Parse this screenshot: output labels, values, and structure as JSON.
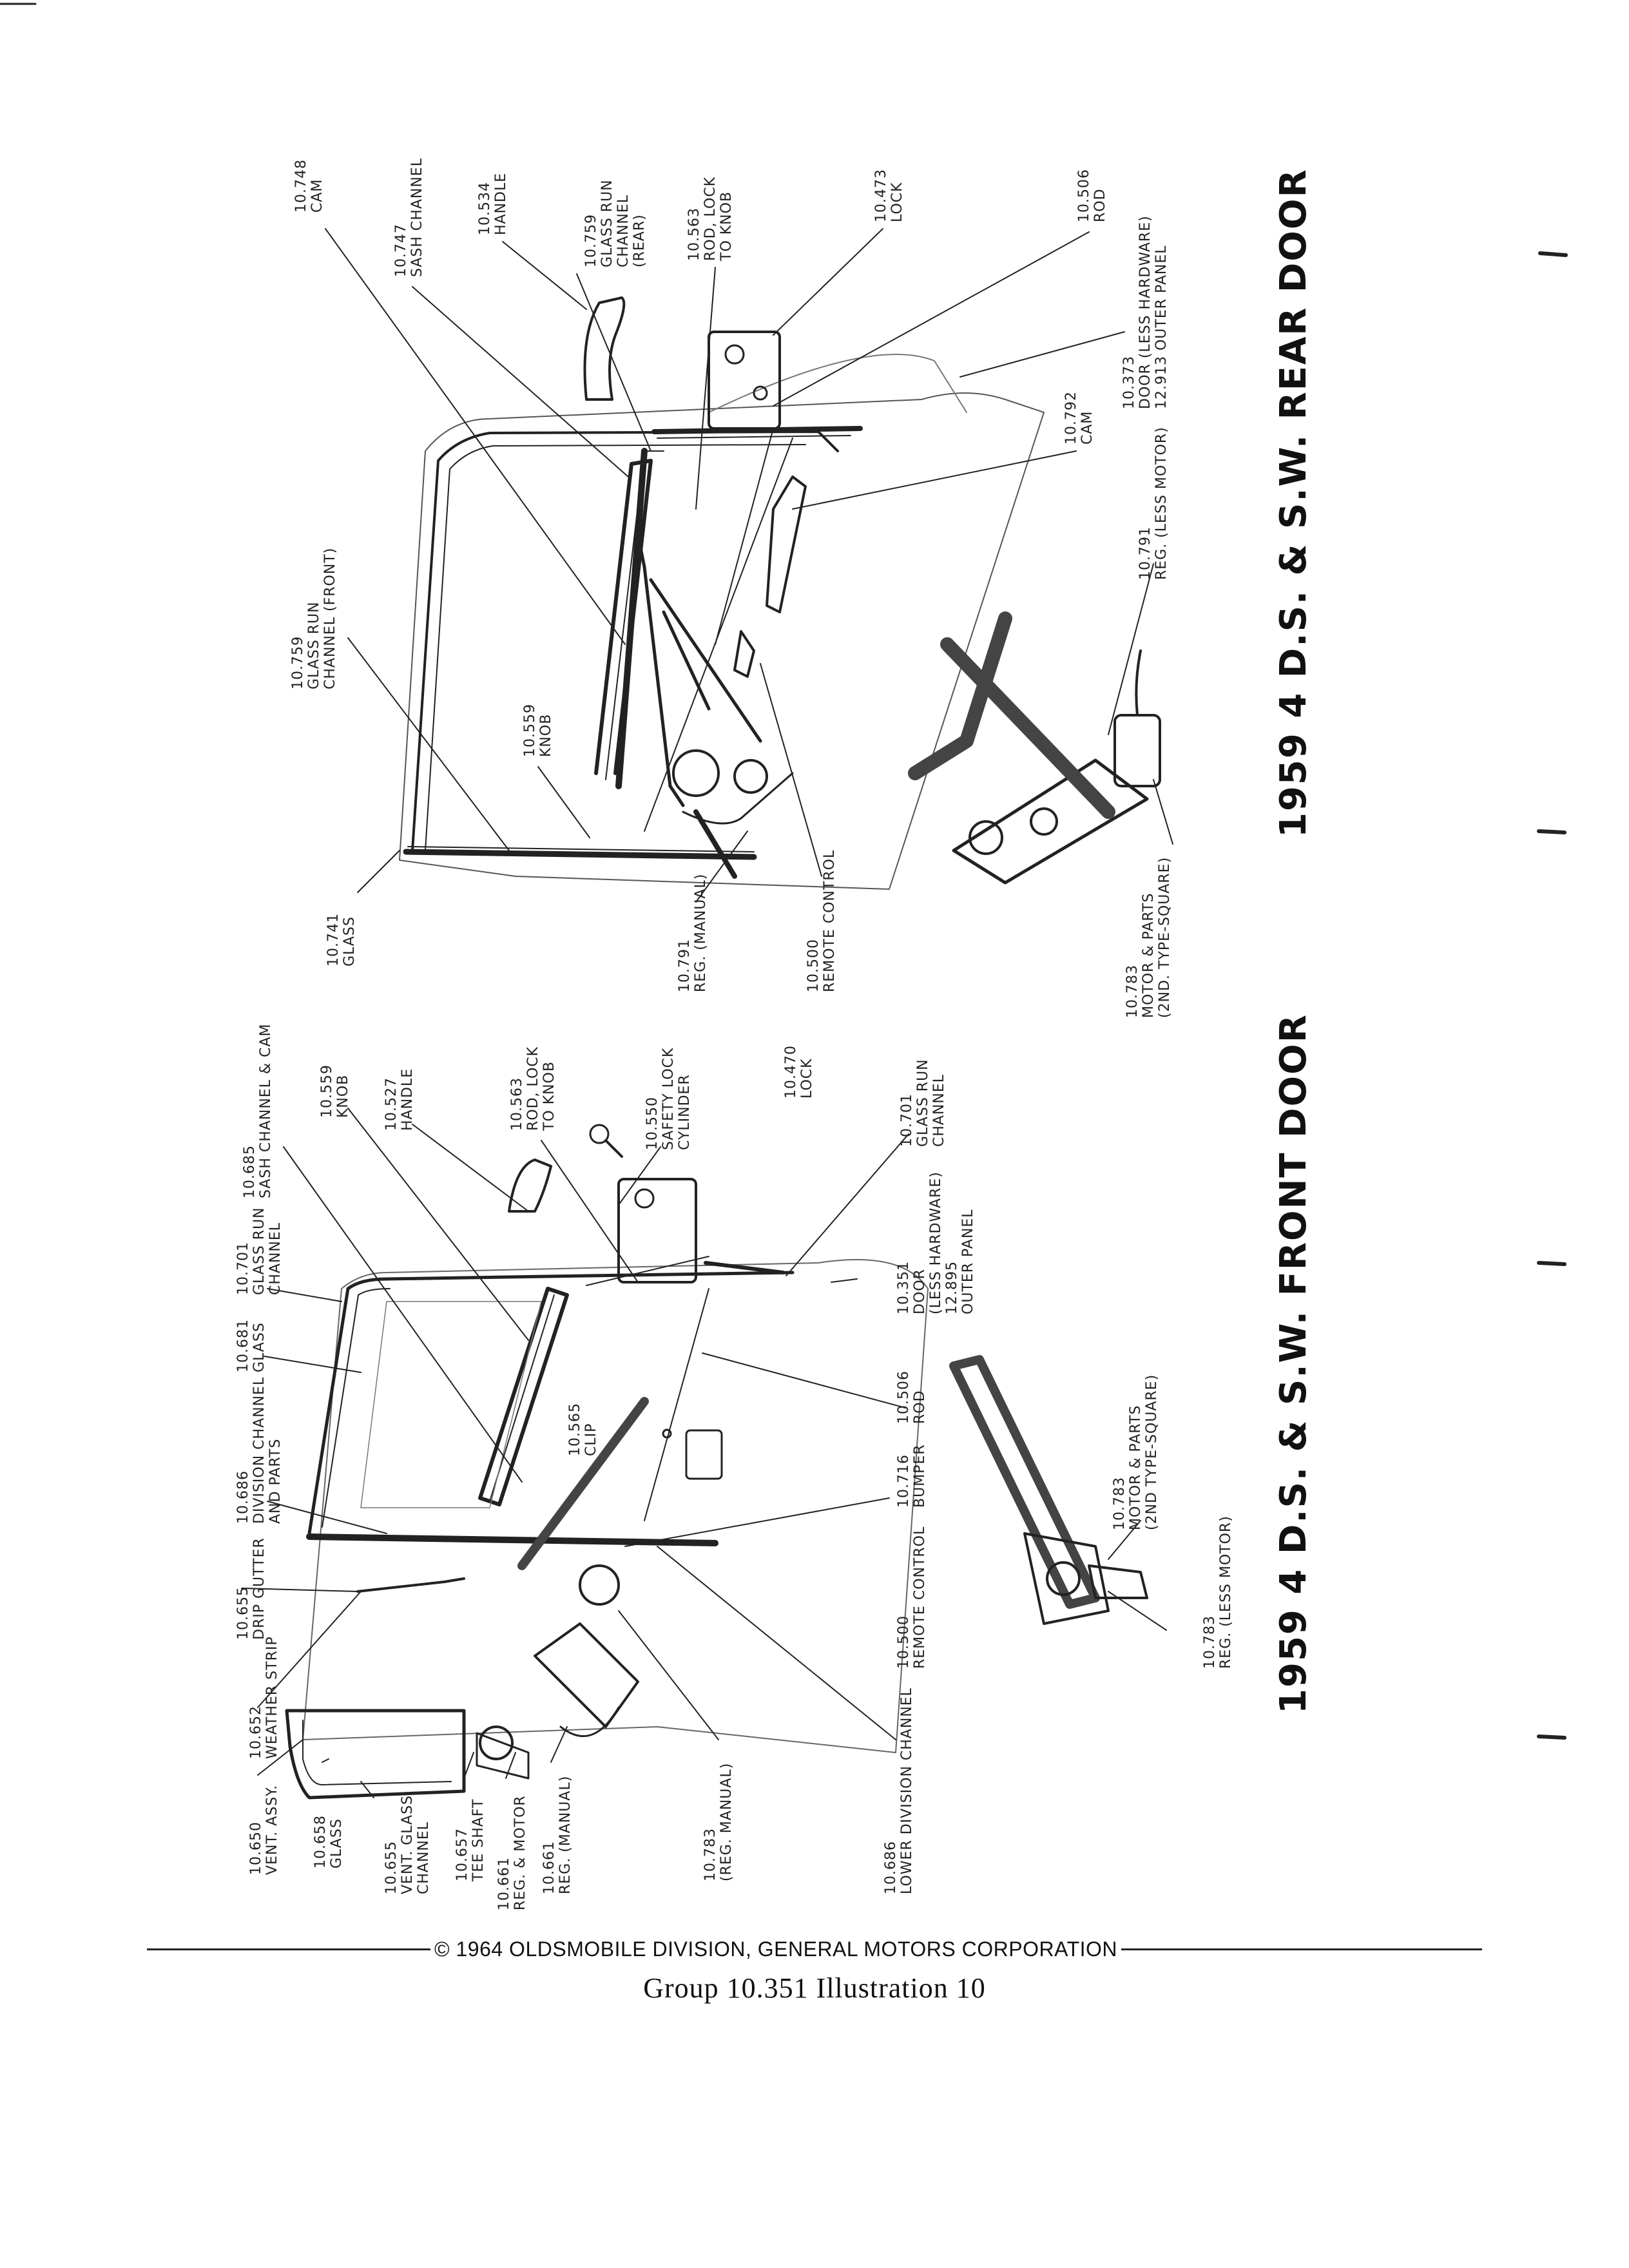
{
  "front_door": {
    "title": "1959 4 D.S. & S.W. FRONT DOOR",
    "labels": [
      {
        "id": "vent-assy",
        "text": "10.650\nVENT. ASSY."
      },
      {
        "id": "vent-glass",
        "text": "10.658\nGLASS"
      },
      {
        "id": "weather-strip",
        "text": "10.652\nWEATHER STRIP"
      },
      {
        "id": "vent-glass-channel",
        "text": "10.655\nVENT. GLASS\nCHANNEL"
      },
      {
        "id": "drip-gutter",
        "text": "10.655\nDRIP GUTTER"
      },
      {
        "id": "tee-shaft",
        "text": "10.657\nTEE SHAFT"
      },
      {
        "id": "reg-motor",
        "text": "10.661\nREG. & MOTOR"
      },
      {
        "id": "reg-manual-vent",
        "text": "10.661\nREG. (MANUAL)"
      },
      {
        "id": "division-channel",
        "text": "10.686\nDIVISION CHANNEL\nAND PARTS"
      },
      {
        "id": "glass",
        "text": "10.681\nGLASS"
      },
      {
        "id": "glass-run-channel-top",
        "text": "10.701\nGLASS RUN\nCHANNEL"
      },
      {
        "id": "sash-channel-cam",
        "text": "10.685\nSASH CHANNEL & CAM"
      },
      {
        "id": "knob",
        "text": "10.559\nKNOB"
      },
      {
        "id": "handle",
        "text": "10.527\nHANDLE"
      },
      {
        "id": "rod-lock-to-knob",
        "text": "10.563\nROD, LOCK\nTO KNOB"
      },
      {
        "id": "safety-lock-cylinder",
        "text": "10.550\nSAFETY LOCK\nCYLINDER"
      },
      {
        "id": "lock",
        "text": "10.470\nLOCK"
      },
      {
        "id": "glass-run-channel-right",
        "text": "10.701\nGLASS RUN\nCHANNEL"
      },
      {
        "id": "door",
        "text": "10.351\nDOOR\n(LESS HARDWARE)\n12.895\nOUTER PANEL"
      },
      {
        "id": "rod",
        "text": "10.506\nROD"
      },
      {
        "id": "clip",
        "text": "10.565\nCLIP"
      },
      {
        "id": "bumper",
        "text": "10.716\nBUMPER"
      },
      {
        "id": "remote-control",
        "text": "10.500\nREMOTE CONTROL"
      },
      {
        "id": "reg-manual",
        "text": "10.783\n(REG. MANUAL)"
      },
      {
        "id": "lower-division-channel",
        "text": "10.686\nLOWER DIVISION CHANNEL"
      },
      {
        "id": "motor-parts",
        "text": "10.783\nMOTOR & PARTS\n(2ND TYPE-SQUARE)"
      },
      {
        "id": "reg-less-motor",
        "text": "10.783\nREG. (LESS MOTOR)"
      }
    ]
  },
  "rear_door": {
    "title": "1959 4 D.S. & S.W. REAR DOOR",
    "labels": [
      {
        "id": "cam-top",
        "text": "10.748\nCAM"
      },
      {
        "id": "sash-channel",
        "text": "10.747\nSASH CHANNEL"
      },
      {
        "id": "handle",
        "text": "10.534\nHANDLE"
      },
      {
        "id": "glass-run-channel-rear",
        "text": "10.759\nGLASS RUN\nCHANNEL\n(REAR)"
      },
      {
        "id": "rod-lock-to-knob",
        "text": "10.563\nROD, LOCK\nTO KNOB"
      },
      {
        "id": "lock",
        "text": "10.473\nLOCK"
      },
      {
        "id": "rod",
        "text": "10.506\nROD"
      },
      {
        "id": "glass-run-channel-front",
        "text": "10.759\nGLASS RUN\nCHANNEL (FRONT)"
      },
      {
        "id": "knob",
        "text": "10.559\nKNOB"
      },
      {
        "id": "glass",
        "text": "10.741\nGLASS"
      },
      {
        "id": "reg-manual",
        "text": "10.791\nREG. (MANUAL)"
      },
      {
        "id": "remote-control",
        "text": "10.500\nREMOTE CONTROL"
      },
      {
        "id": "cam",
        "text": "10.792\nCAM"
      },
      {
        "id": "door",
        "text": "10.373\nDOOR (LESS HARDWARE)\n12.913 OUTER PANEL"
      },
      {
        "id": "reg-less-motor",
        "text": "10.791\nREG. (LESS MOTOR)"
      },
      {
        "id": "motor-parts",
        "text": "10.783\nMOTOR & PARTS\n(2ND. TYPE-SQUARE)"
      }
    ]
  },
  "footer": {
    "copyright": "© 1964 OLDSMOBILE DIVISION, GENERAL MOTORS CORPORATION",
    "caption": "Group 10.351 Illustration 10"
  }
}
